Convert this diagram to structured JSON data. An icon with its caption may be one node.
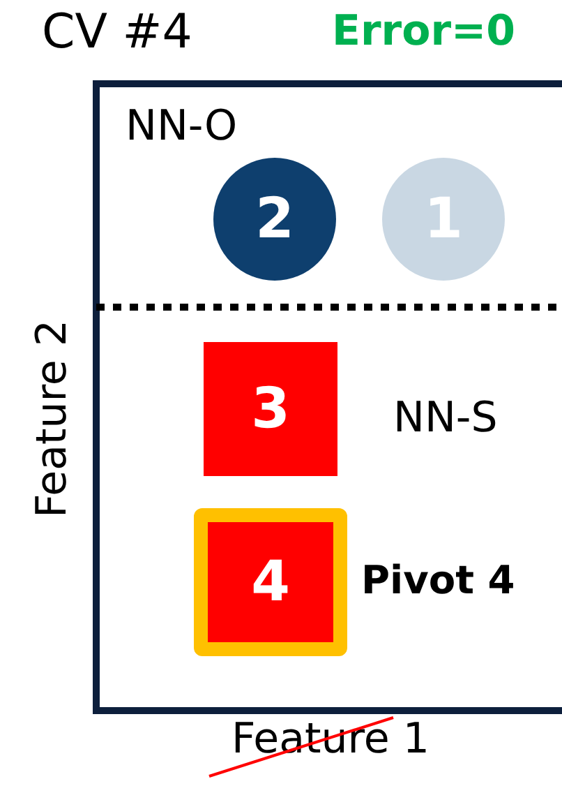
{
  "diagram": {
    "nodes": [
      {
        "text": [
          "2"
        ]
      },
      {
        "text": [
          "1"
        ]
      },
      {
        "text": [
          "3"
        ]
      },
      {
        "text": [
          "4"
        ],
        "beside": [
          "Pivot 4"
        ]
      }
    ],
    "labels": [
      "CV #4",
      "Error=0",
      "NN-O",
      "Feature 2",
      "NN-S",
      "Feature 1"
    ]
  }
}
